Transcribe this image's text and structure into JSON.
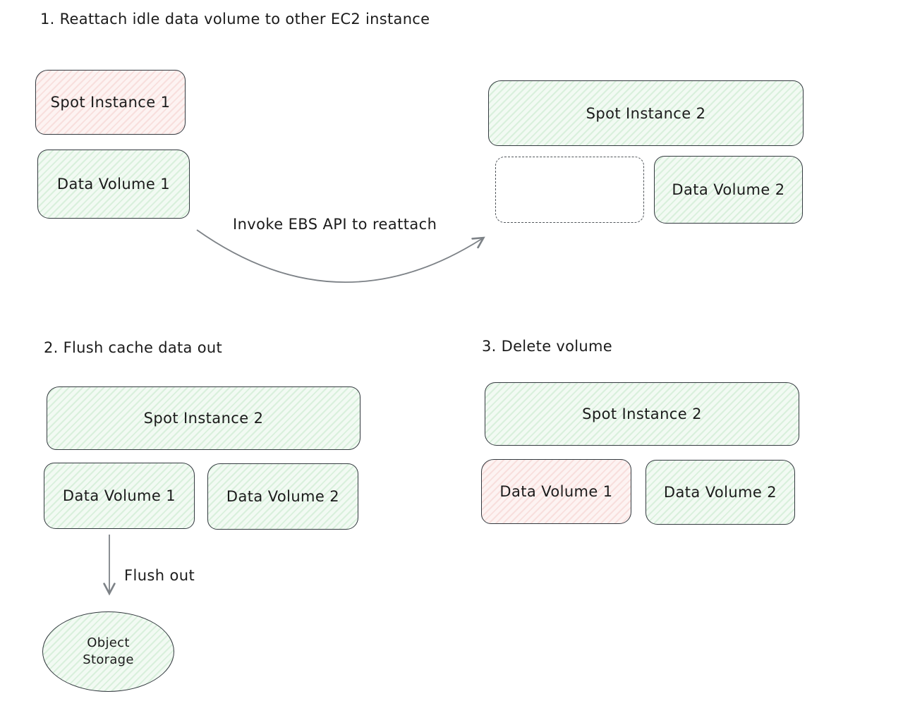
{
  "colors": {
    "green_fill": "#f2faf3",
    "green_stripe": "#d9f0dc",
    "pink_fill": "#fdf3f2",
    "pink_stripe": "#f8dfdd",
    "border": "#343a40",
    "arrow": "#7d8287",
    "text": "#1b1b1b",
    "canvas_bg": "#ffffff"
  },
  "diagram": {
    "step1": {
      "title": "1. Reattach idle data volume to other EC2 instance",
      "spot_instance_1": "Spot Instance 1",
      "data_volume_1": "Data Volume 1",
      "spot_instance_2": "Spot Instance 2",
      "data_volume_2": "Data Volume 2",
      "arrow_label": "Invoke EBS API to reattach"
    },
    "step2": {
      "title": "2. Flush cache data out",
      "spot_instance_2": "Spot Instance 2",
      "data_volume_1": "Data Volume 1",
      "data_volume_2": "Data Volume 2",
      "arrow_label": "Flush out",
      "object_storage": "Object\nStorage"
    },
    "step3": {
      "title": "3. Delete volume",
      "spot_instance_2": "Spot Instance 2",
      "data_volume_1": "Data Volume 1",
      "data_volume_2": "Data Volume 2"
    }
  }
}
